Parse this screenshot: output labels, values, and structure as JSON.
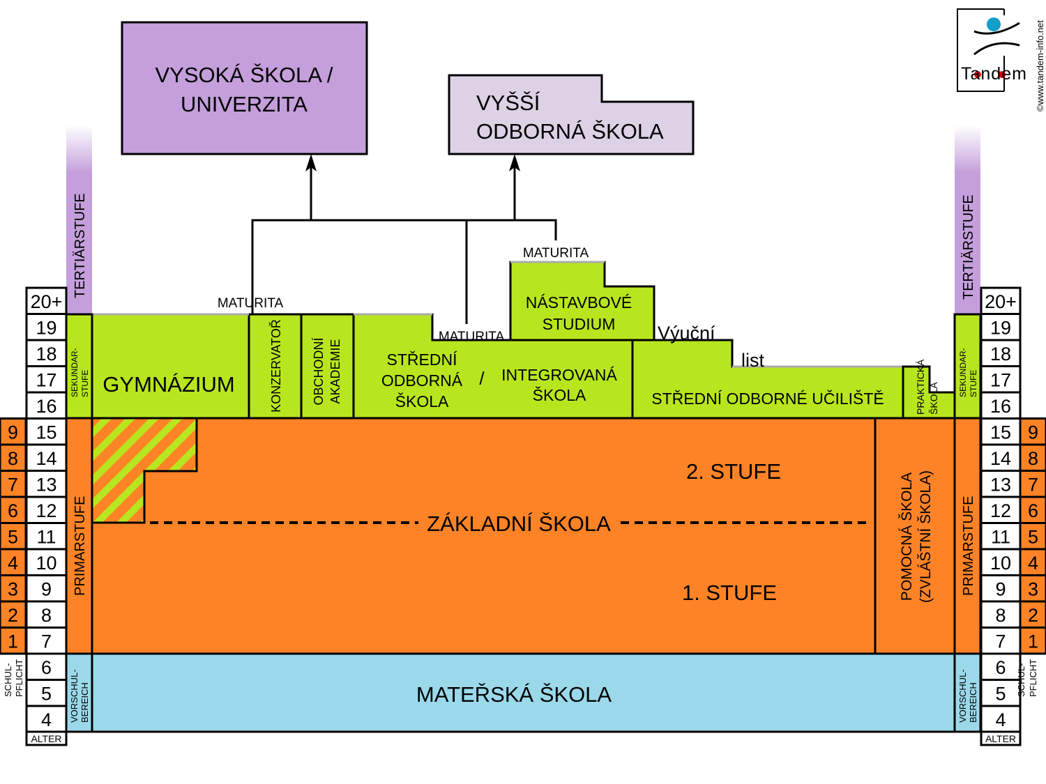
{
  "colors": {
    "green": "#b8e61e",
    "orange": "#fd8326",
    "blue": "#9bd9ea",
    "purple": "#c49fdb",
    "lilac": "#ddd1e5",
    "accent_cyan": "#129fca",
    "accent_red": "#e00000"
  },
  "logo": {
    "text": "Tandem",
    "copyright": "©www.tandem-info.net"
  },
  "institutions": {
    "vysoka_skola": [
      "VYSOKÁ ŠKOLA /",
      "UNIVERZITA"
    ],
    "vyssi_odborna": [
      "VYŠŠÍ",
      "ODBORNÁ ŠKOLA"
    ],
    "gymnazium": "GYMNÁZIUM",
    "konzervator": "KONZERVATOŘ",
    "obchodni_akademie": [
      "OBCHODNÍ",
      "AKADEMIE"
    ],
    "stredni_odborna": [
      "STŘEDNÍ",
      "ODBORNÁ",
      "ŠKOLA"
    ],
    "slash": "/",
    "integrovana": [
      "INTEGROVANÁ",
      "ŠKOLA"
    ],
    "nastavbove": [
      "NÁSTAVBOVÉ",
      "STUDIUM"
    ],
    "stredni_odborne_uciliste": "STŘEDNÍ ODBORNÉ UČILIŠTĚ",
    "prakticka": [
      "PRAKTICKÁ",
      "ŠKOLA"
    ],
    "zakladni": "ZÁKLADNÍ ŠKOLA",
    "stufe2": "2. STUFE",
    "stufe1": "1. STUFE",
    "pomocna": [
      "POMOCNÁ ŠKOLA",
      "(ZVLÁŠTNÍ ŠKOLA)"
    ],
    "materska": "MATEŘSKÁ ŠKOLA"
  },
  "qualifications": {
    "maturita": "MATURITA",
    "vyucni": "Výuční",
    "list": "list"
  },
  "stages": {
    "tertiar": "TERTIÄRSTUFE",
    "sekundar": [
      "SEKUNDAR-",
      "STUFE"
    ],
    "primar": "PRIMARSTUFE",
    "vorschul": [
      "VORSCHUL-",
      "BEREICH"
    ]
  },
  "ages": [
    "20+",
    "19",
    "18",
    "17",
    "16",
    "15",
    "14",
    "13",
    "12",
    "11",
    "10",
    "9",
    "8",
    "7",
    "6",
    "5",
    "4"
  ],
  "grades": [
    "9",
    "8",
    "7",
    "6",
    "5",
    "4",
    "3",
    "2",
    "1"
  ],
  "age_label": "ALTER",
  "schulpflicht": [
    "SCHUL-",
    "PFLICHT"
  ]
}
